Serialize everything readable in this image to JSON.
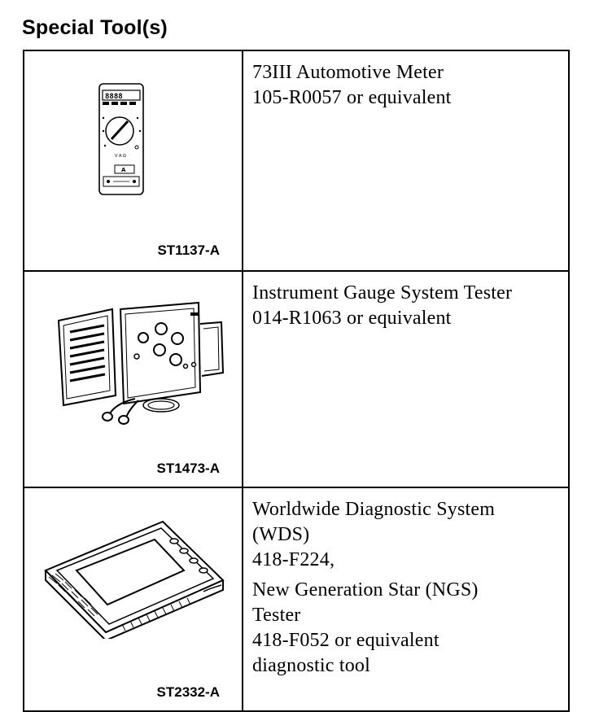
{
  "page": {
    "title": "Special Tool(s)"
  },
  "tools": [
    {
      "ref": "ST1137-A",
      "illustration": "multimeter-illustration",
      "description_lines": [
        "73III Automotive Meter",
        "105-R0057 or equivalent"
      ]
    },
    {
      "ref": "ST1473-A",
      "illustration": "gauge-tester-illustration",
      "description_lines": [
        "Instrument Gauge System Tester",
        "014-R1063 or equivalent"
      ]
    },
    {
      "ref": "ST2332-A",
      "illustration": "diagnostic-tool-illustration",
      "description_paragraphs": [
        [
          "Worldwide Diagnostic System",
          "(WDS)",
          "418-F224,"
        ],
        [
          "New Generation Star (NGS)",
          "Tester",
          "418-F052 or equivalent",
          "diagnostic tool"
        ]
      ]
    }
  ]
}
